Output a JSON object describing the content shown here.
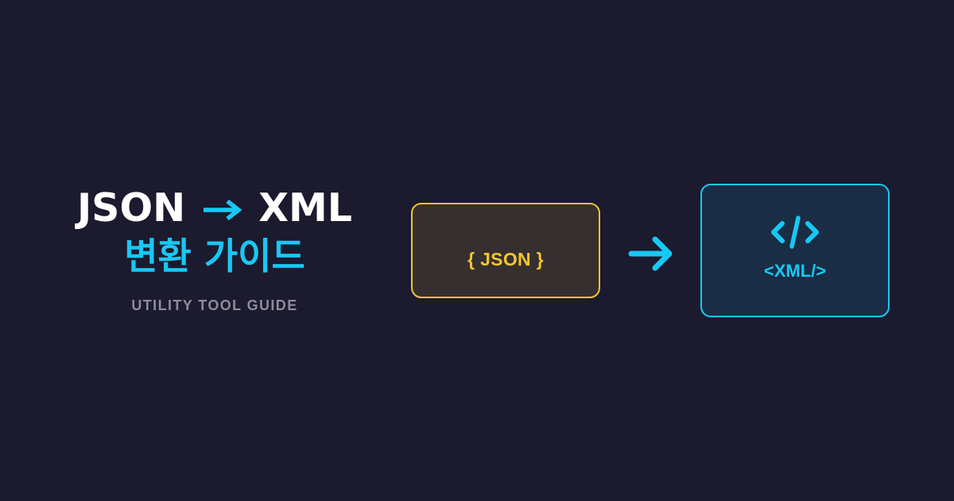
{
  "title": {
    "from_format": "JSON",
    "arrow_icon": "right-arrow-icon",
    "to_format": "XML",
    "korean_heading": "변환 가이드",
    "subtitle": "UTILITY TOOL GUIDE"
  },
  "diagram": {
    "source_box": {
      "label": "{ JSON }",
      "color": "#f4c531",
      "background": "#362f2f"
    },
    "flow_arrow": {
      "icon": "right-arrow-icon",
      "color": "#18c8f4"
    },
    "target_box": {
      "icon": "code-icon",
      "label": "<XML/>",
      "color": "#18c8f4",
      "background": "#192d45"
    }
  },
  "colors": {
    "background": "#1b1a2e",
    "accent": "#18c8f4",
    "json_accent": "#f4c531",
    "title_text": "#ffffff",
    "subtitle_text": "#8d8c99"
  }
}
